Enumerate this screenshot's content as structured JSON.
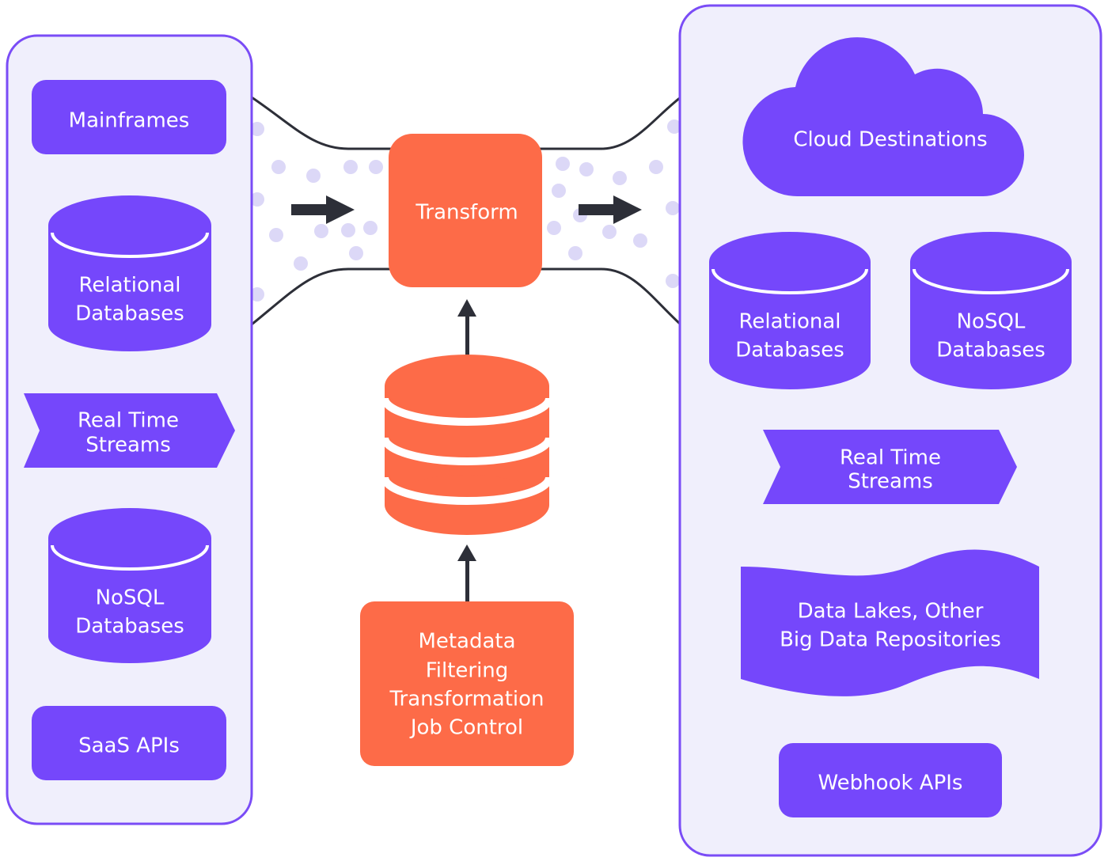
{
  "colors": {
    "panel_fill": "#f0effc",
    "panel_stroke": "#7a4cf6",
    "purple": "#7547fb",
    "orange": "#fd6b48",
    "dot": "#dcd8f7",
    "arrow": "#2d2f38",
    "pipe": "#2d2f38"
  },
  "sources": {
    "mainframes": "Mainframes",
    "relational_line1": "Relational",
    "relational_line2": "Databases",
    "streams_line1": "Real Time",
    "streams_line2": "Streams",
    "nosql_line1": "NoSQL",
    "nosql_line2": "Databases",
    "saas": "SaaS APIs"
  },
  "center": {
    "transform": "Transform",
    "meta_line1": "Metadata",
    "meta_line2": "Filtering",
    "meta_line3": "Transformation",
    "meta_line4": "Job Control"
  },
  "destinations": {
    "cloud": "Cloud Destinations",
    "relational_line1": "Relational",
    "relational_line2": "Databases",
    "nosql_line1": "NoSQL",
    "nosql_line2": "Databases",
    "streams_line1": "Real Time",
    "streams_line2": "Streams",
    "lakes_line1": "Data Lakes, Other",
    "lakes_line2": "Big Data Repositories",
    "webhook": "Webhook APIs"
  },
  "icons": {
    "flow_arrow": "right-arrow-icon",
    "up_arrow": "up-arrow-icon",
    "cylinder": "database-icon",
    "cloud": "cloud-icon",
    "stream": "chevron-stream-icon",
    "wave": "wave-banner-icon"
  }
}
